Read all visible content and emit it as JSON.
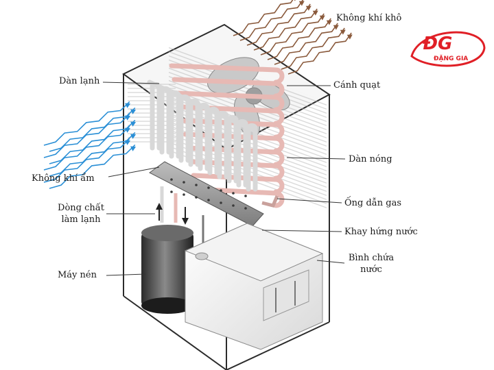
{
  "labels": {
    "dry_air": "Không khí khô",
    "cold_coil": "Dàn lạnh",
    "fan": "Cánh quạt",
    "hot_coil": "Dàn nóng",
    "humid_air": "Không khí ẩm",
    "refrigerant": "Dòng chất làm lạnh",
    "gas_pipe": "Ống dẫn gas",
    "drip_tray": "Khay hứng nước",
    "water_tank": "Bình chứa nước",
    "compressor": "Máy nén"
  },
  "logo": {
    "mark": "ĐG",
    "name": "ĐẶNG GIA",
    "color": "#e01f26"
  },
  "colors": {
    "humid_air_arrows": "#2a8fd6",
    "dry_air_arrows": "#8a5a3c",
    "cold_coil": "#d8d8d8",
    "hot_coil": "#e7b9b4"
  }
}
